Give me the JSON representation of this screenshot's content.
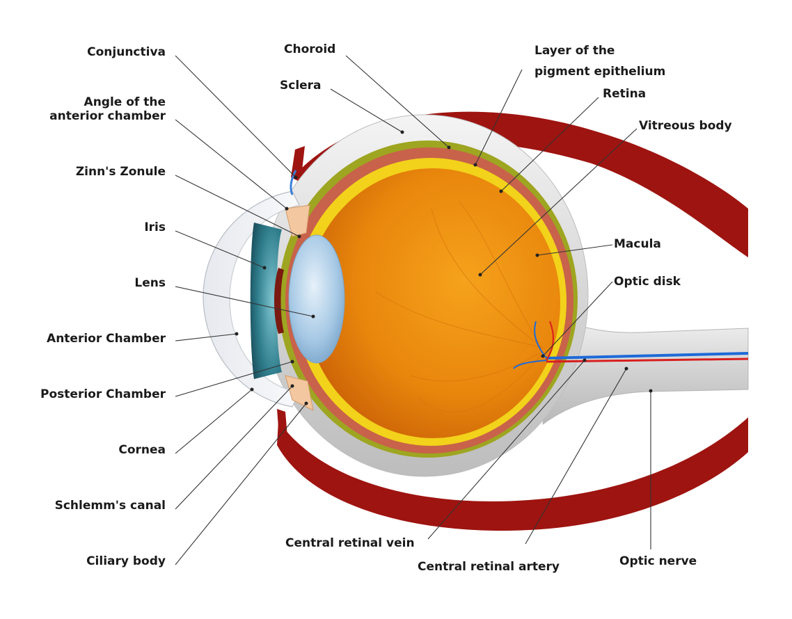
{
  "labels": {
    "conjunctiva": "Conjunctiva",
    "angle_line1": "Angle of the",
    "angle_line2": "anterior chamber",
    "zinns_zonule": "Zinn's Zonule",
    "iris": "Iris",
    "lens": "Lens",
    "anterior_chamber": "Anterior Chamber",
    "posterior_chamber": "Posterior Chamber",
    "cornea": "Cornea",
    "schlemms_canal": "Schlemm's canal",
    "ciliary_body": "Ciliary body",
    "choroid": "Choroid",
    "sclera": "Sclera",
    "pigment_line1": "Layer of the",
    "pigment_line2": "pigment epithelium",
    "retina": "Retina",
    "vitreous_body": "Vitreous body",
    "macula": "Macula",
    "optic_disk": "Optic disk",
    "central_retinal_vein": "Central retinal vein",
    "central_retinal_artery": "Central retinal artery",
    "optic_nerve": "Optic nerve"
  },
  "colors": {
    "muscle": "#9e1410",
    "sclera": "#d9d9d9",
    "choroid_outer": "#9ea520",
    "pigment_layer": "#c8624a",
    "retina": "#f2d21a",
    "vitreous": "#e8860c",
    "iris": "#2f7d8c",
    "lens": "#9cc2e0",
    "artery": "#d81e1e",
    "vein": "#1e6ad8"
  }
}
